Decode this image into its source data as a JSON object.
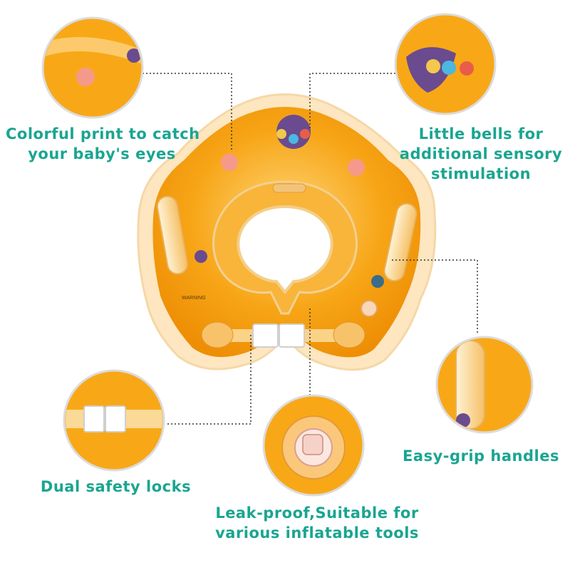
{
  "callouts": {
    "print": {
      "lines": [
        "Colorful print to catch",
        "your baby's eyes"
      ]
    },
    "bells": {
      "lines": [
        "Little bells for",
        "additional sensory",
        "stimulation"
      ]
    },
    "handles": {
      "lines": [
        "Easy-grip handles"
      ]
    },
    "locks": {
      "lines": [
        "Dual safety locks"
      ]
    },
    "valve": {
      "lines": [
        "Leak-proof,Suitable for",
        "various inflatable tools"
      ]
    }
  },
  "product": {
    "warning_text": [
      "WARNING"
    ]
  },
  "colors": {
    "accent": "#1aa591",
    "float_orange": "#f6a20f",
    "float_light": "#fbc34a",
    "leader_line": "#333333"
  }
}
